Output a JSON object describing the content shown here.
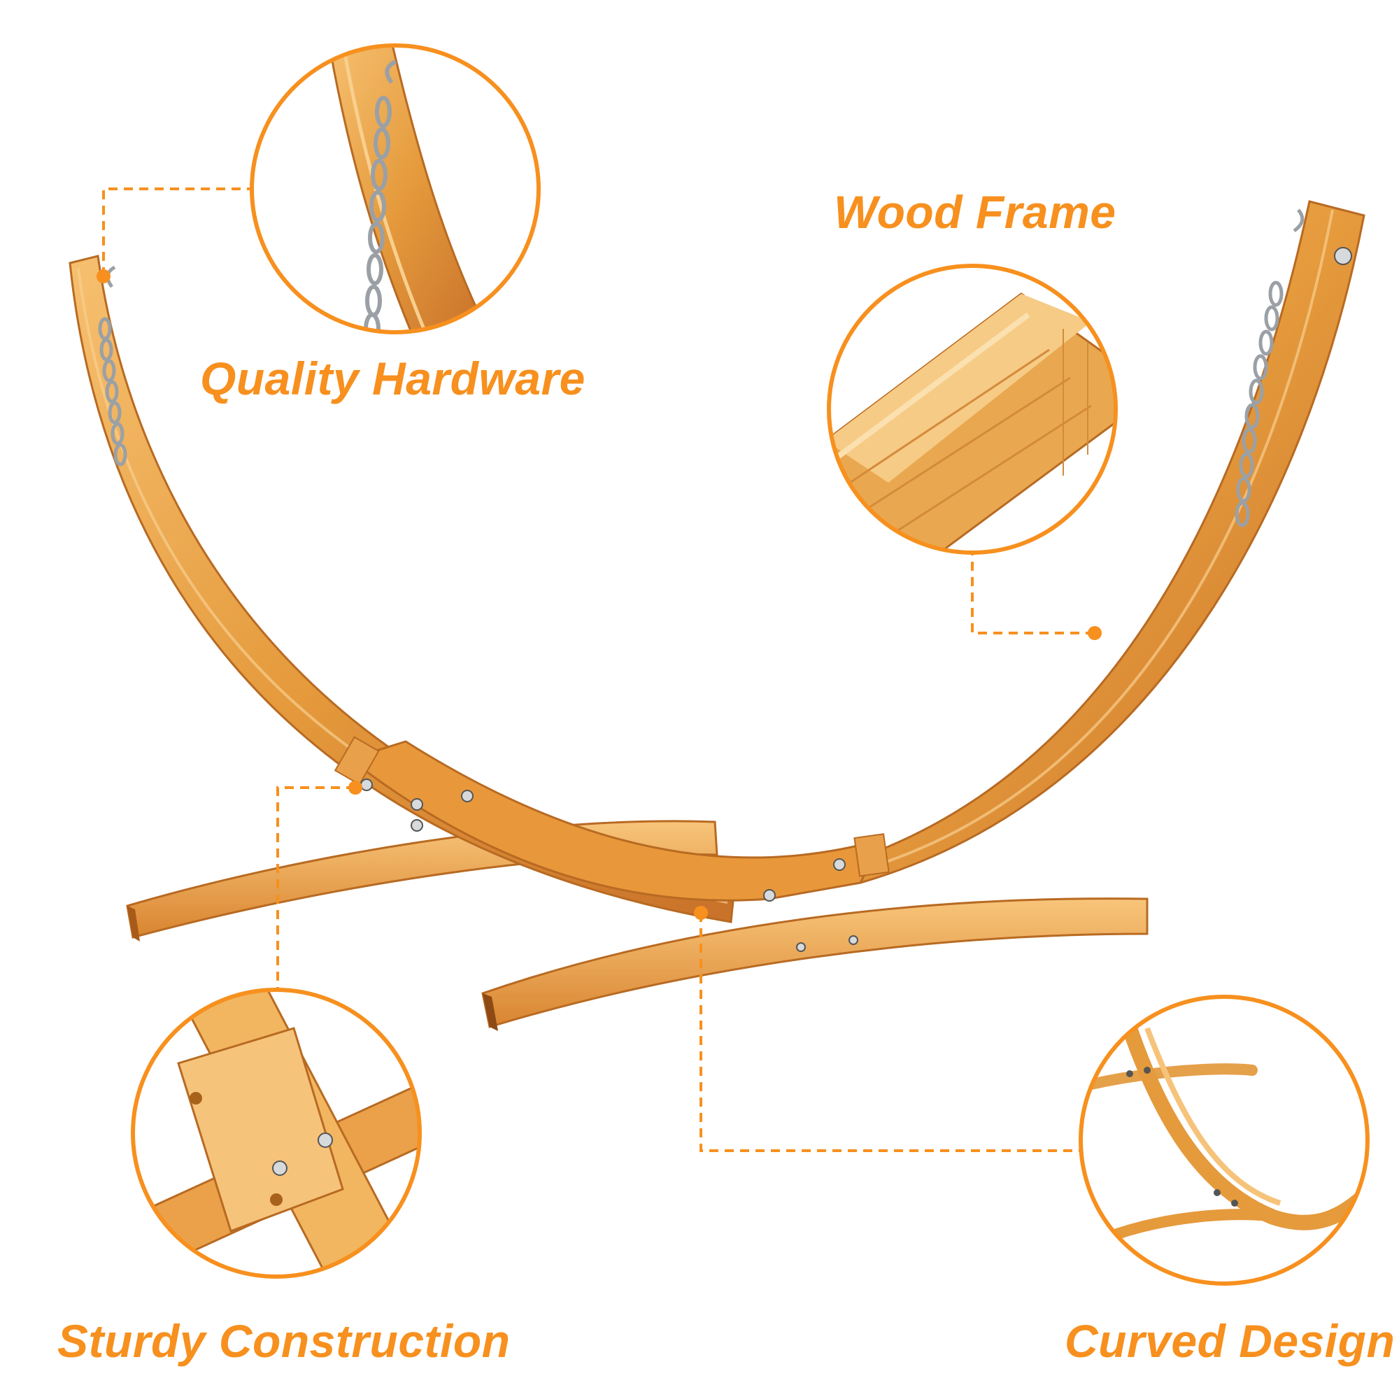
{
  "colors": {
    "accent": "#F7901E",
    "label_text": "#F7901E",
    "wood_light": "#F3B45A",
    "wood_mid": "#E08C2E",
    "wood_dark": "#B8601A",
    "metal": "#C8CCD0"
  },
  "features": [
    {
      "label": "Quality Hardware"
    },
    {
      "label": "Wood Frame"
    },
    {
      "label": "Sturdy Construction"
    },
    {
      "label": "Curved Design"
    }
  ],
  "icons": [
    "hammock-stand-illustration",
    "chain-hook-icon",
    "wood-grain-closeup",
    "bolt-joint-closeup",
    "curved-frame-closeup"
  ]
}
